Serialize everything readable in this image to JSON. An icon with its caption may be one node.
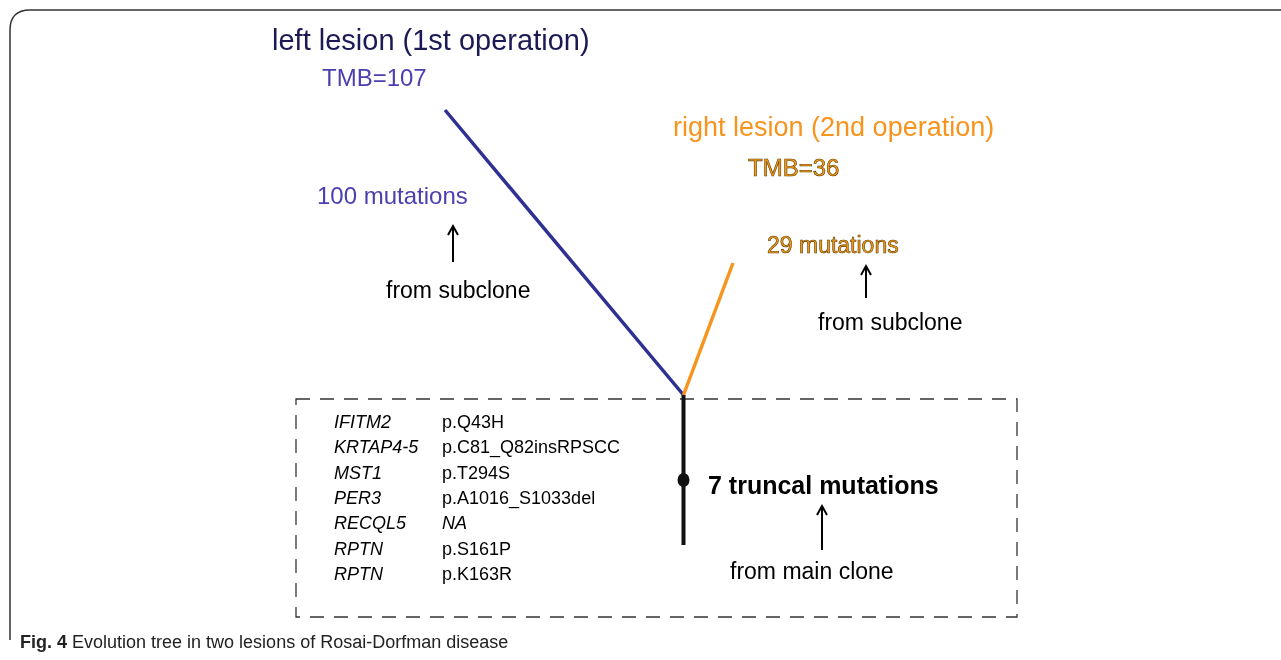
{
  "diagram": {
    "caption": "**Fig. 4** Evolution tree in two lesions of Rosai-Dorfman disease",
    "nodes": [
      {
        "text": [
          "left lesion (1st operation)",
          "TMB=107"
        ]
      },
      {
        "text": [
          "right lesion (2nd operation)",
          "TMB=36"
        ]
      },
      {
        "text": [],
        "shape": "bar",
        "beside": [
          "7 truncal mutations"
        ],
        "in": 3
      },
      {
        "text": [],
        "shape": "box"
      }
    ],
    "edges": [
      {
        "from": 2,
        "to": 0,
        "arrow": "none",
        "color": "#2e3192"
      },
      {
        "from": 2,
        "to": 1,
        "arrow": "none",
        "color": "#f7941d"
      }
    ],
    "labels": [
      "100 mutations",
      "from subclone",
      "29 mutations",
      "from subclone",
      "from main clone",
      "IFITM2",
      "p.Q43H",
      "KRTAP4-5",
      "p.C81_Q82insRPSCC",
      "MST1",
      "p.T294S",
      "PER3",
      "p.A1016_S1033del",
      "RECQL5",
      "NA",
      "RPTN",
      "p.S161P",
      "RPTN",
      "p.K163R"
    ]
  }
}
